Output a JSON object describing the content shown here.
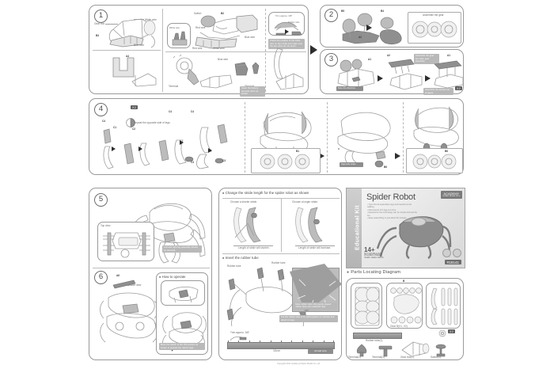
{
  "document": {
    "kind": "assembly-instruction-sheet",
    "copyright": "Copyright 2011 Academy Plastic Model Co.,Ltd"
  },
  "steps": {
    "step1": {
      "number": "1",
      "labels": [
        "Gear box",
        "White wire",
        "B3",
        "Blue wire",
        "A4",
        "Switch",
        "B2",
        "Red wire",
        "Blue wire",
        "White wire",
        "Red wire",
        "Blue wire"
      ],
      "sub_notes": [
        "Trim approx. 3/8\"",
        "Rubber tube",
        "Check the position of the white wire on the inside and make sure the two wires do not touch.",
        "Terminal",
        "Terminal",
        "Insert the battery terminal wires as shown."
      ],
      "wire_panel_label": "White wire"
    },
    "step2": {
      "number": "2",
      "labels": [
        "B5",
        "B4",
        "A2"
      ],
      "caption": "Assemble the gear"
    },
    "step3": {
      "number": "3",
      "labels": [
        "A1",
        "A2",
        "A1"
      ],
      "notes": [
        "Assemble the gear box after gear assembly.",
        "Note the direction.",
        "Assemble the second set of gears."
      ],
      "qty_badge": "X2"
    },
    "step4": {
      "number": "4",
      "labels": [
        "C4",
        "C4",
        "C4",
        "C1",
        "C2",
        "C3",
        "C3",
        "C3",
        "B1",
        "B6",
        "B1",
        "B1",
        "B6"
      ],
      "notes": [
        "Repeat the opposite side of legs.",
        "Opposite sides"
      ],
      "badge": "X2"
    },
    "step5": {
      "number": "5",
      "labels": [
        "Top view"
      ],
      "note": "Left and right leg assembly should be identical."
    },
    "step6": {
      "number": "6",
      "labels": [
        "A6",
        "Bottom view"
      ],
      "heading": "How to operate",
      "note": "Move the switch to the ON position as shown to operate the robot's legs."
    }
  },
  "stride_panel": {
    "heading": "Change the stride length for the spider robot as shown",
    "left_caption": "Choose a shorter stride.",
    "right_caption": "Choose a longer stride.",
    "left_footnote": "Length of stride will shorten.",
    "right_footnote": "Length of stride will increase.",
    "tube_heading": "Insert the rubber tube",
    "tube_labels": [
      "Rubber tube",
      "Rubber tube"
    ],
    "tube_note": "Slide rubber tube onto gently sloped rubber tube onto attached legs.",
    "tube_note2": "Cut the rubber tube to fit, and lengthen or shorten and attach to legs.",
    "ruler_caption": "Trim approx. 3/8\"",
    "ruler_length": "10cm",
    "ruler_badge": "Actual size"
  },
  "product_box": {
    "spine_text": "Educational Kit",
    "title": "Spider Robot",
    "brand": "ACADEMY",
    "brand_sub": "HOBBY MODEL KITS",
    "bullets": "▪ Type this kit assembles legs and transforms the walking.\n▪ Movements of 6 legs at a time.\n▪ Experience the technology can be simple and just the fun.\n▪ Easy assembling in just about 90 minutes.",
    "age": "14+",
    "age_sub": "NOT SUITABLE FOR CHILDREN UNDER 3 YEARS. SMALL PARTS.",
    "sku": "#18141"
  },
  "parts_diagram": {
    "heading": "Parts Locating Diagram",
    "runner_labels": [
      "A",
      "B",
      "C"
    ],
    "note": "Gear B(X1, X2)",
    "qty_badge": "X2",
    "loose_parts": [
      {
        "name": "Rubber tube(1)"
      },
      {
        "name": "Terminal(1)"
      },
      {
        "name": "Terminal(1)"
      },
      {
        "name": "Gear box(1)"
      },
      {
        "name": "Switch(1)"
      }
    ]
  }
}
